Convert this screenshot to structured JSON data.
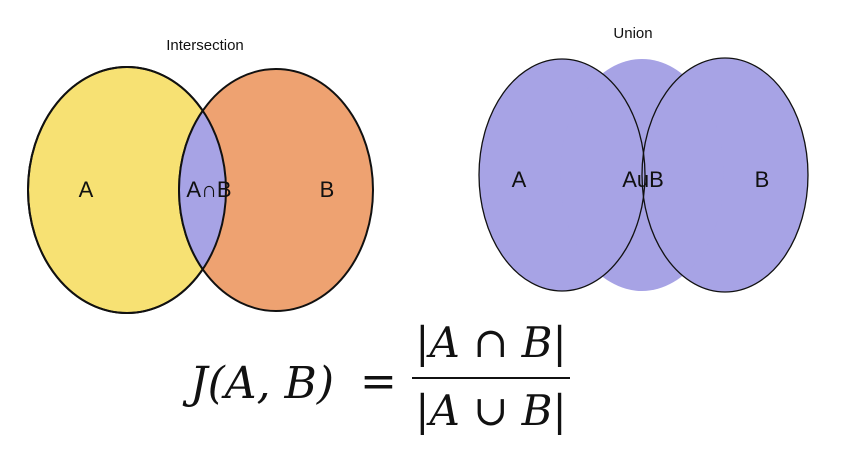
{
  "intersection": {
    "title": "Intersection",
    "label_a": "A",
    "label_b": "B",
    "label_ab": "A∩B",
    "colors": {
      "a": "#f7e173",
      "b": "#eea271",
      "overlap": "#a7a3e5",
      "stroke": "#111111"
    }
  },
  "union": {
    "title": "Union",
    "label_a": "A",
    "label_b": "B",
    "label_ab": "AuB",
    "colors": {
      "fill": "#a7a3e5",
      "stroke": "#111111"
    }
  },
  "formula": {
    "lhs": "J(A, B)",
    "equals": "=",
    "numerator": "|A ∩ B|",
    "denominator": "|A ∪ B|"
  }
}
